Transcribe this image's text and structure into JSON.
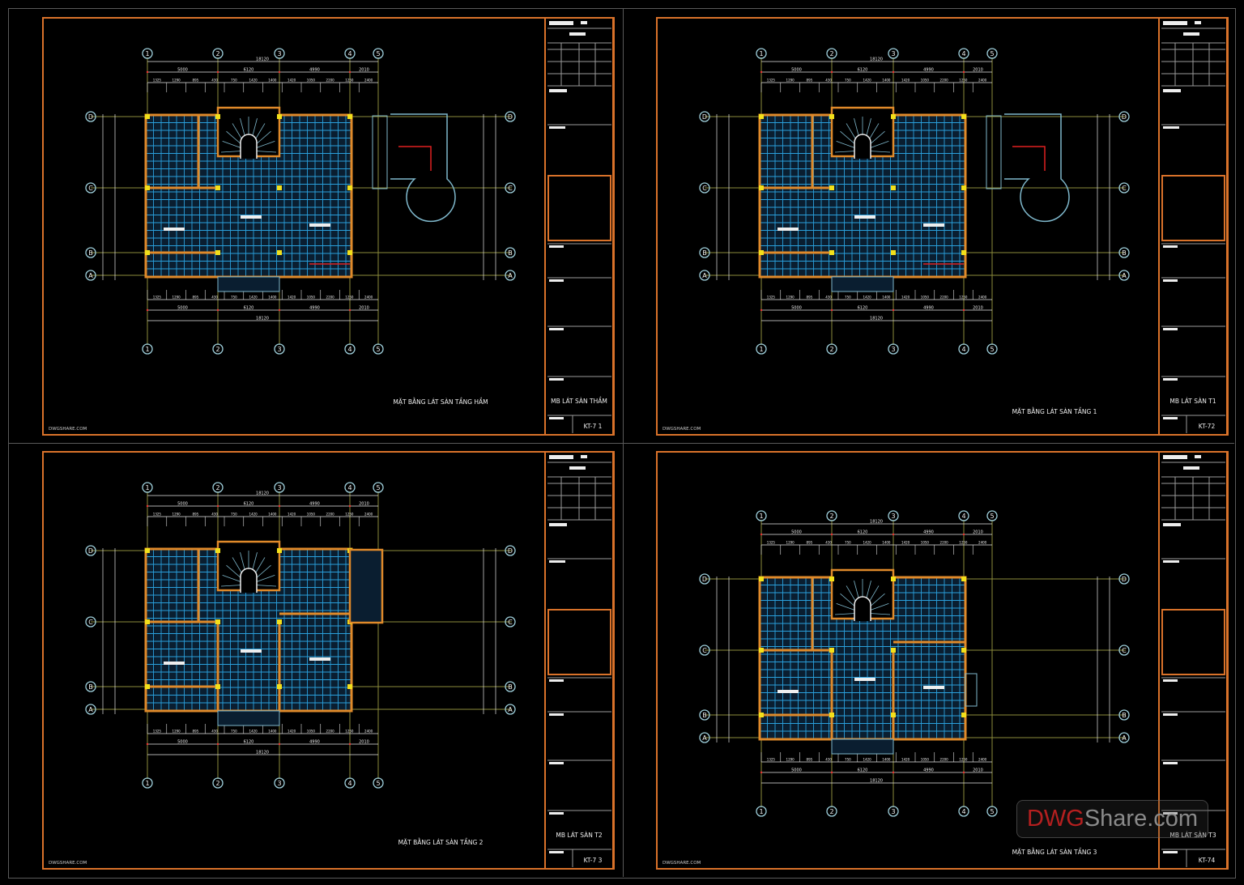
{
  "site_label": "DWGSHARE.COM",
  "watermark": {
    "brand": "DWG",
    "rest": "Share.com"
  },
  "colors": {
    "border": "#d9722a",
    "axis": "#8c8c3c",
    "tile_line": "#2aa0dc",
    "tile_fill": "#0a1e30",
    "wall": "#e08a2a",
    "column": "#f2e01a",
    "dimension": "#e6e6e6",
    "marker": "#e8e83a",
    "red_arrow": "#e02020"
  },
  "axes": {
    "columns": [
      "1",
      "2",
      "3",
      "4",
      "5"
    ],
    "rows": [
      "D",
      "C",
      "B",
      "A"
    ]
  },
  "dimensions": {
    "total": "18120",
    "spans": [
      "5000",
      "6120",
      "4990",
      "2010"
    ],
    "details": [
      "1325",
      "1290",
      "895",
      "430",
      "750",
      "1420",
      "1400",
      "1420",
      "1050",
      "2200",
      "1250",
      "2400"
    ]
  },
  "sheets": [
    {
      "plan_title": "MẶT BẰNG LÁT SÀN TẦNG HẦM",
      "block_title": "MB LÁT SÀN THẦM",
      "sheet_no": "KT-7 1"
    },
    {
      "plan_title": "MẶT BẰNG LÁT SÀN TẦNG 1",
      "block_title": "MB LÁT SÀN T1",
      "sheet_no": "KT-72"
    },
    {
      "plan_title": "MẶT BẰNG LÁT SÀN TẦNG 2",
      "block_title": "MB LÁT SÀN T2",
      "sheet_no": "KT-7 3"
    },
    {
      "plan_title": "MẶT BẰNG LÁT SÀN TẦNG 3",
      "block_title": "MB LÁT SÀN T3",
      "sheet_no": "KT-74"
    }
  ]
}
